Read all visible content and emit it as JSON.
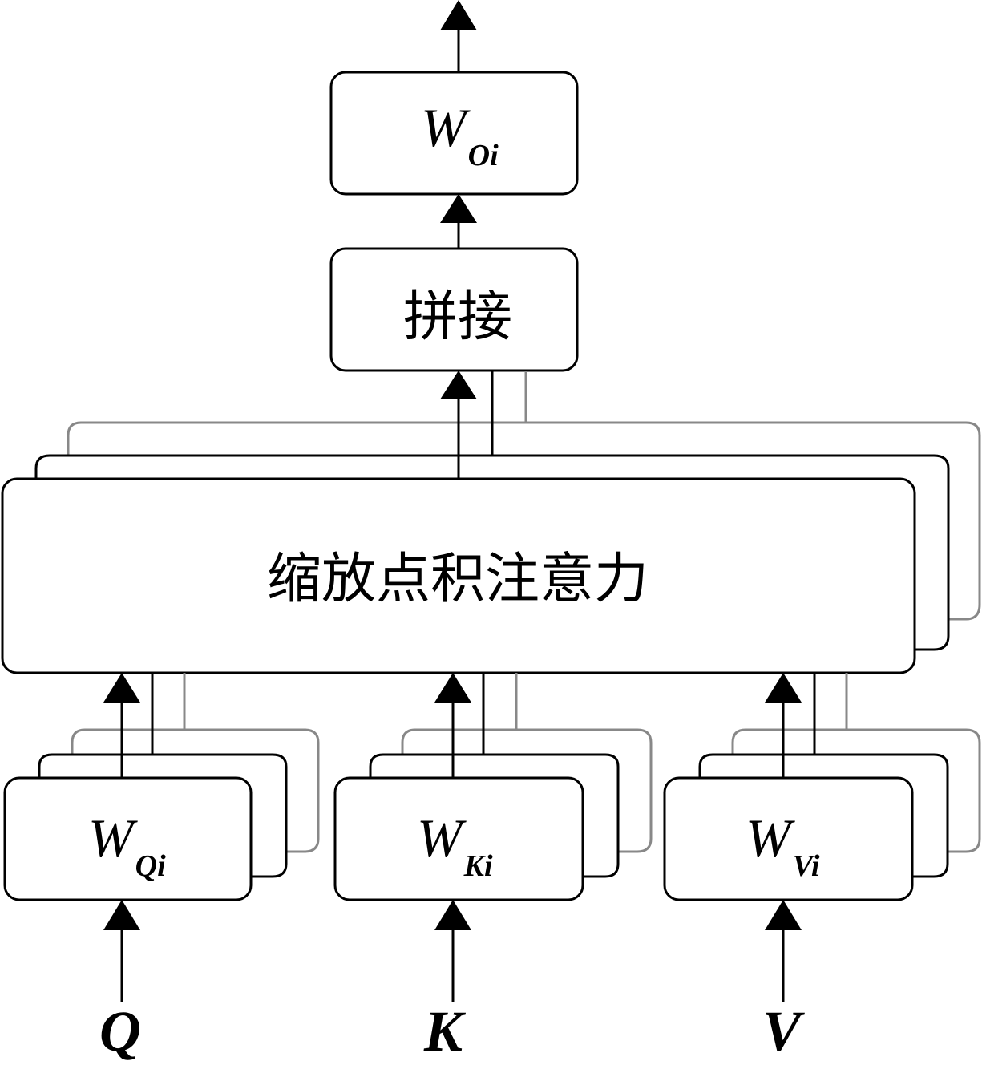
{
  "output_block": {
    "main": "W",
    "sub": "Oi"
  },
  "concat_block": {
    "label": "拼接"
  },
  "attention_block": {
    "label": "缩放点积注意力"
  },
  "projections": [
    {
      "main": "W",
      "sub": "Qi",
      "input": "Q"
    },
    {
      "main": "W",
      "sub": "Ki",
      "input": "K"
    },
    {
      "main": "W",
      "sub": "Vi",
      "input": "V"
    }
  ],
  "colors": {
    "stroke": "#000000",
    "back_stroke": "#888888",
    "fill": "#ffffff"
  }
}
